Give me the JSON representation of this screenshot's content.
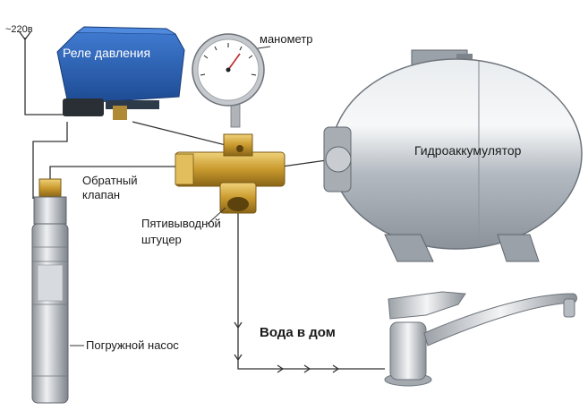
{
  "labels": {
    "power": "~220в",
    "pressure_relay": "Реле давления",
    "manometer": "манометр",
    "check_valve_line1": "Обратный",
    "check_valve_line2": "клапан",
    "accumulator": "Гидроаккумулятор",
    "fitting_line1": "Пятивыводной",
    "fitting_line2": "штуцер",
    "water_to_house": "Вода в дом",
    "submersible_pump": "Погружной насос"
  },
  "colors": {
    "relay_blue": "#2a5fb0",
    "brass": "#c99a2e",
    "steel": "#b9bec4",
    "line": "#333333"
  }
}
